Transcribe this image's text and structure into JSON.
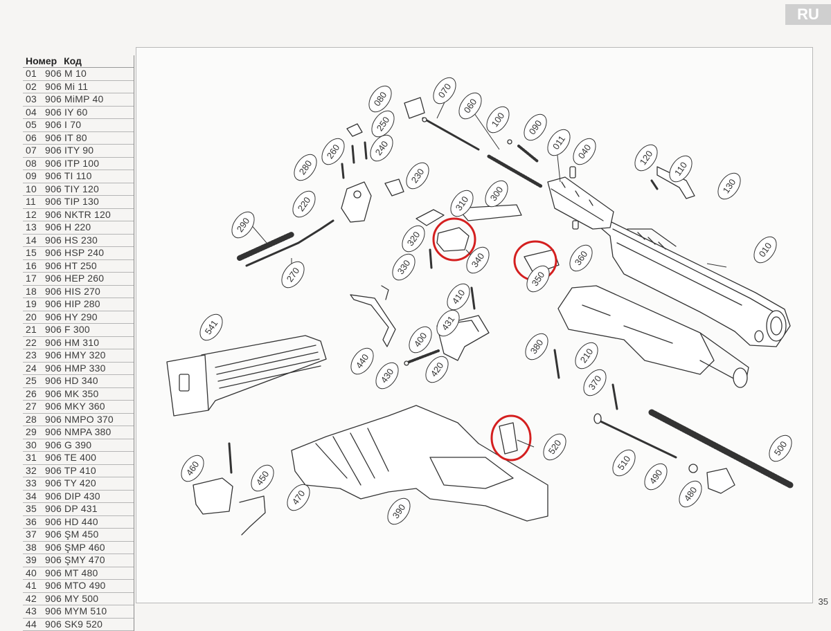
{
  "badge": "RU",
  "page_number": "35",
  "table": {
    "header_number": "Номер",
    "header_code": "Код",
    "rows": [
      {
        "num": "01",
        "code": "906 M 10"
      },
      {
        "num": "02",
        "code": "906 Mi 11"
      },
      {
        "num": "03",
        "code": "906 MiMP 40"
      },
      {
        "num": "04",
        "code": "906 IY 60"
      },
      {
        "num": "05",
        "code": "906 I 70"
      },
      {
        "num": "06",
        "code": "906 IT 80"
      },
      {
        "num": "07",
        "code": "906 ITY 90"
      },
      {
        "num": "08",
        "code": "906 ITP 100"
      },
      {
        "num": "09",
        "code": "906 TI 110"
      },
      {
        "num": "10",
        "code": "906 TIY 120"
      },
      {
        "num": "11",
        "code": "906 TIP 130"
      },
      {
        "num": "12",
        "code": "906 NKTR 120"
      },
      {
        "num": "13",
        "code": "906 H 220"
      },
      {
        "num": "14",
        "code": "906 HS 230"
      },
      {
        "num": "15",
        "code": "906 HSP 240"
      },
      {
        "num": "16",
        "code": "906 HT 250"
      },
      {
        "num": "17",
        "code": "906 HEP 260"
      },
      {
        "num": "18",
        "code": "906 HIS 270"
      },
      {
        "num": "19",
        "code": "906 HIP 280"
      },
      {
        "num": "20",
        "code": "906 HY 290"
      },
      {
        "num": "21",
        "code": "906 F 300"
      },
      {
        "num": "22",
        "code": "906 HM 310"
      },
      {
        "num": "23",
        "code": "906 HMY 320"
      },
      {
        "num": "24",
        "code": "906 HMP 330"
      },
      {
        "num": "25",
        "code": "906 HD 340"
      },
      {
        "num": "26",
        "code": "906 MK 350"
      },
      {
        "num": "27",
        "code": "906 MKY 360"
      },
      {
        "num": "28",
        "code": "906 NMPO 370"
      },
      {
        "num": "29",
        "code": "906 NMPA 380"
      },
      {
        "num": "30",
        "code": "906 G 390"
      },
      {
        "num": "31",
        "code": "906 TE 400"
      },
      {
        "num": "32",
        "code": "906 TP 410"
      },
      {
        "num": "33",
        "code": "906 TY 420"
      },
      {
        "num": "34",
        "code": "906 DIP 430"
      },
      {
        "num": "35",
        "code": "906 DP 431"
      },
      {
        "num": "36",
        "code": "906 HD 440"
      },
      {
        "num": "37",
        "code": "906 ŞM 450"
      },
      {
        "num": "38",
        "code": "906 ŞMP 460"
      },
      {
        "num": "39",
        "code": "906 ŞMY 470"
      },
      {
        "num": "40",
        "code": "906 MT 480"
      },
      {
        "num": "41",
        "code": "906 MTO 490"
      },
      {
        "num": "42",
        "code": "906 MY 500"
      },
      {
        "num": "43",
        "code": "906 MYM 510"
      },
      {
        "num": "44",
        "code": "906 SK9 520"
      }
    ]
  },
  "callouts": [
    "080",
    "070",
    "060",
    "100",
    "090",
    "250",
    "240",
    "260",
    "280",
    "011",
    "040",
    "120",
    "110",
    "130",
    "230",
    "220",
    "300",
    "310",
    "290",
    "320",
    "340",
    "360",
    "350",
    "330",
    "270",
    "010",
    "410",
    "431",
    "400",
    "440",
    "430",
    "420",
    "541",
    "380",
    "210",
    "370",
    "520",
    "510",
    "500",
    "460",
    "450",
    "490",
    "480",
    "470",
    "390"
  ],
  "highlight_color": "#d41f1f"
}
